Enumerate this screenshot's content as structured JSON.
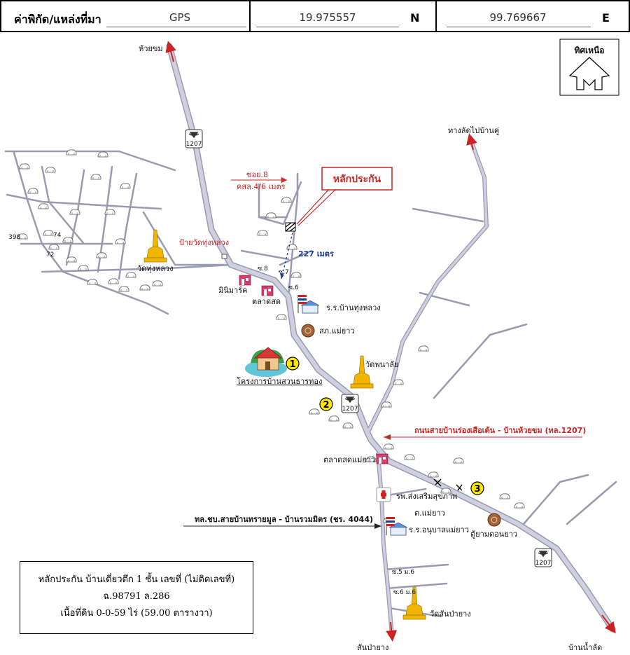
{
  "header": {
    "label": "ค่าพิกัด/แหล่งที่มา",
    "source": "GPS",
    "lat": "19.975557",
    "lat_dir": "N",
    "lon": "99.769667",
    "lon_dir": "E"
  },
  "compass": {
    "label": "ทิศเหนือ"
  },
  "places": {
    "huai_khom": "ห้วยขม",
    "thang_lat": "ทางลัดไปบ้านคู่",
    "san_pa_yang": "สันป่ายาง",
    "ban_nam_lat": "บ้านน้ำลัด",
    "wat_thung_luang": "วัดทุ่งหลวง",
    "sign_wat": "ป้ายวัดทุ่งหลวง",
    "minimart": "มินิมาร์ค",
    "market": "ตลาดสด",
    "school_thung_luang": "ร.ร.บ้านทุ่งหลวง",
    "coop": "สภ.แม่ยาว",
    "wat_phanalai": "วัดพนาลัย",
    "housing_project": "โครงการบ้านสวนธารทอง",
    "market_mae_yao": "ตลาดสดแม่ยาว",
    "health_hospital": "รพ.ส่งเสริมสุขภาพ",
    "tambon": "ต.แม่ยาว",
    "kindergarten": "ร.ร.อนุบาลแม่ยาว",
    "phone_box": "ตู้ยามดอนยาว",
    "wat_san_pa_yang": "วัดสันป่ายาง"
  },
  "annotations": {
    "collateral_title": "หลักประกัน",
    "soi_8": "ซอย.8",
    "soi_width": "คสล.4/6 เมตร",
    "distance": "227 เมตร",
    "road_1207": "ถนนสายบ้านร่องเสือเต้น - บ้านห้วยขม (ทล.1207)",
    "road_4044": "ทล.ชบ.สายบ้านทรายมูล - บ้านรวมมิตร (ชร. 4044)",
    "soi7": "ซ.7",
    "soi8s": "ซ.8",
    "soi6": "ซ.6",
    "soi5m6": "ซ.5 ม.6",
    "soi6m6": "ซ.6 ม.6",
    "n398": "398",
    "n74": "74",
    "n72": "72"
  },
  "route_number": "1207",
  "markers": [
    "1",
    "2",
    "3"
  ],
  "info": {
    "line1": "หลักประกัน บ้านเดี่ยวตึก 1 ชั้น  เลขที่ (ไม่ติดเลขที่)",
    "line2": "ฉ.98791  ล.286",
    "line3": "เนื้อที่ดิน 0-0-59 ไร่ (59.00  ตารางวา)"
  },
  "colors": {
    "road": "#c8c8d6",
    "road_edge": "#9a9ab0",
    "accent_red": "#cc2222",
    "stupa": "#f2b600",
    "marker": "#ffe600"
  }
}
